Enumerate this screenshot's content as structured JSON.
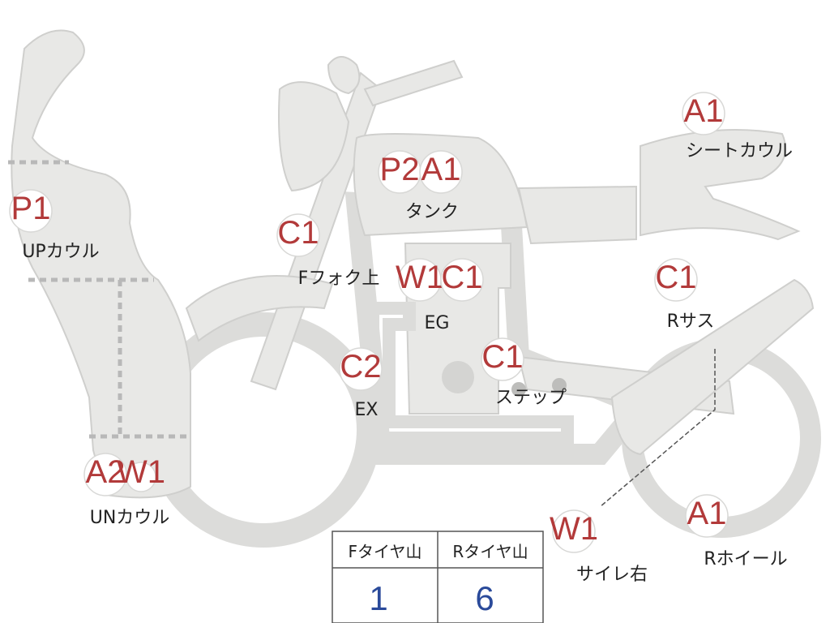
{
  "colors": {
    "body_fill": "#e8e8e6",
    "outline": "#d0d0ce",
    "badge_text": "#b23a3a",
    "value_text": "#2a4a9a",
    "dashed_line": "#b8b8b8"
  },
  "parts": [
    {
      "id": "up-cowl",
      "codes": [
        "P1"
      ],
      "label": "UPカウル"
    },
    {
      "id": "under-cowl",
      "codes": [
        "A2",
        "W1"
      ],
      "label": "UNカウル"
    },
    {
      "id": "tank",
      "codes": [
        "P2",
        "A1"
      ],
      "label": "タンク"
    },
    {
      "id": "front-fork-top",
      "codes": [
        "C1"
      ],
      "label": "Fフォク上"
    },
    {
      "id": "engine",
      "codes": [
        "W1",
        "C1"
      ],
      "label": "EG"
    },
    {
      "id": "exhaust",
      "codes": [
        "C2"
      ],
      "label": "EX"
    },
    {
      "id": "step",
      "codes": [
        "C1"
      ],
      "label": "ステップ"
    },
    {
      "id": "seat-cowl",
      "codes": [
        "A1"
      ],
      "label": "シートカウル"
    },
    {
      "id": "rear-suspension",
      "codes": [
        "C1"
      ],
      "label": "Rサス"
    },
    {
      "id": "rear-wheel",
      "codes": [
        "A1"
      ],
      "label": "Rホイール"
    },
    {
      "id": "silencer-right",
      "codes": [
        "W1"
      ],
      "label": "サイレ右"
    }
  ],
  "tire_table": {
    "headers": [
      "Fタイヤ山",
      "Rタイヤ山"
    ],
    "values": [
      "1",
      "6"
    ]
  }
}
